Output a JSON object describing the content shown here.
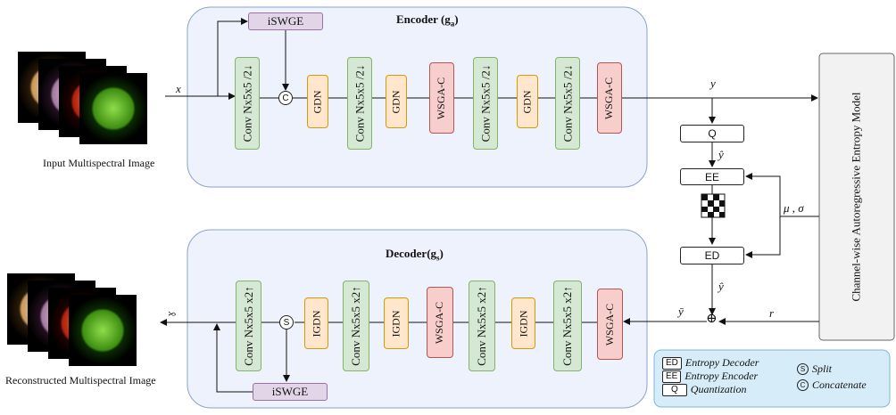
{
  "encoder": {
    "title": "Encoder (g",
    "title_sub": "a",
    "title_end": ")",
    "swge": "iSWGE",
    "blocks": [
      "Conv Nx5x5 /2↓",
      "GDN",
      "Conv Nx5x5 /2↓",
      "GDN",
      "WSGA-C",
      "Conv Nx5x5 /2↓",
      "GDN",
      "Conv Nx5x5 /2↓",
      "WSGA-C"
    ],
    "concat_symbol": "C"
  },
  "decoder": {
    "title": "Decoder(g",
    "title_sub": "s",
    "title_end": ")",
    "swge": "iSWGE",
    "blocks": [
      "Conv Nx5x5 x2↑",
      "IGDN",
      "Conv Nx5x5 x2↑",
      "IGDN",
      "WSGA-C",
      "Conv Nx5x5 x2↑",
      "IGDN",
      "Conv Nx5x5 x2↑",
      "WSGA-C"
    ],
    "split_symbol": "S"
  },
  "entropy": {
    "q": "Q",
    "ee": "EE",
    "ed": "ED",
    "model": "Channel-wise Autoregressive  Entropy Model"
  },
  "variables": {
    "x": "x",
    "x_hat": "x̂",
    "y": "y",
    "y_hat_top": "ŷ",
    "y_hat_bottom": "ŷ",
    "y_bar": "ȳ",
    "r": "r",
    "mu_sigma": "μ , σ",
    "plus": "⊕"
  },
  "images": {
    "input_caption": "Input Multispectral Image",
    "output_caption": "Reconstructed Multispectral Image"
  },
  "legend": {
    "ed_key": "ED",
    "ed_text": "Entropy Decoder",
    "ee_key": "EE",
    "ee_text": "Entropy Encoder",
    "q_key": "Q",
    "q_text": "Quantization",
    "split_sym": "S",
    "split_text": "Split",
    "concat_sym": "C",
    "concat_text": "Concatenate"
  }
}
